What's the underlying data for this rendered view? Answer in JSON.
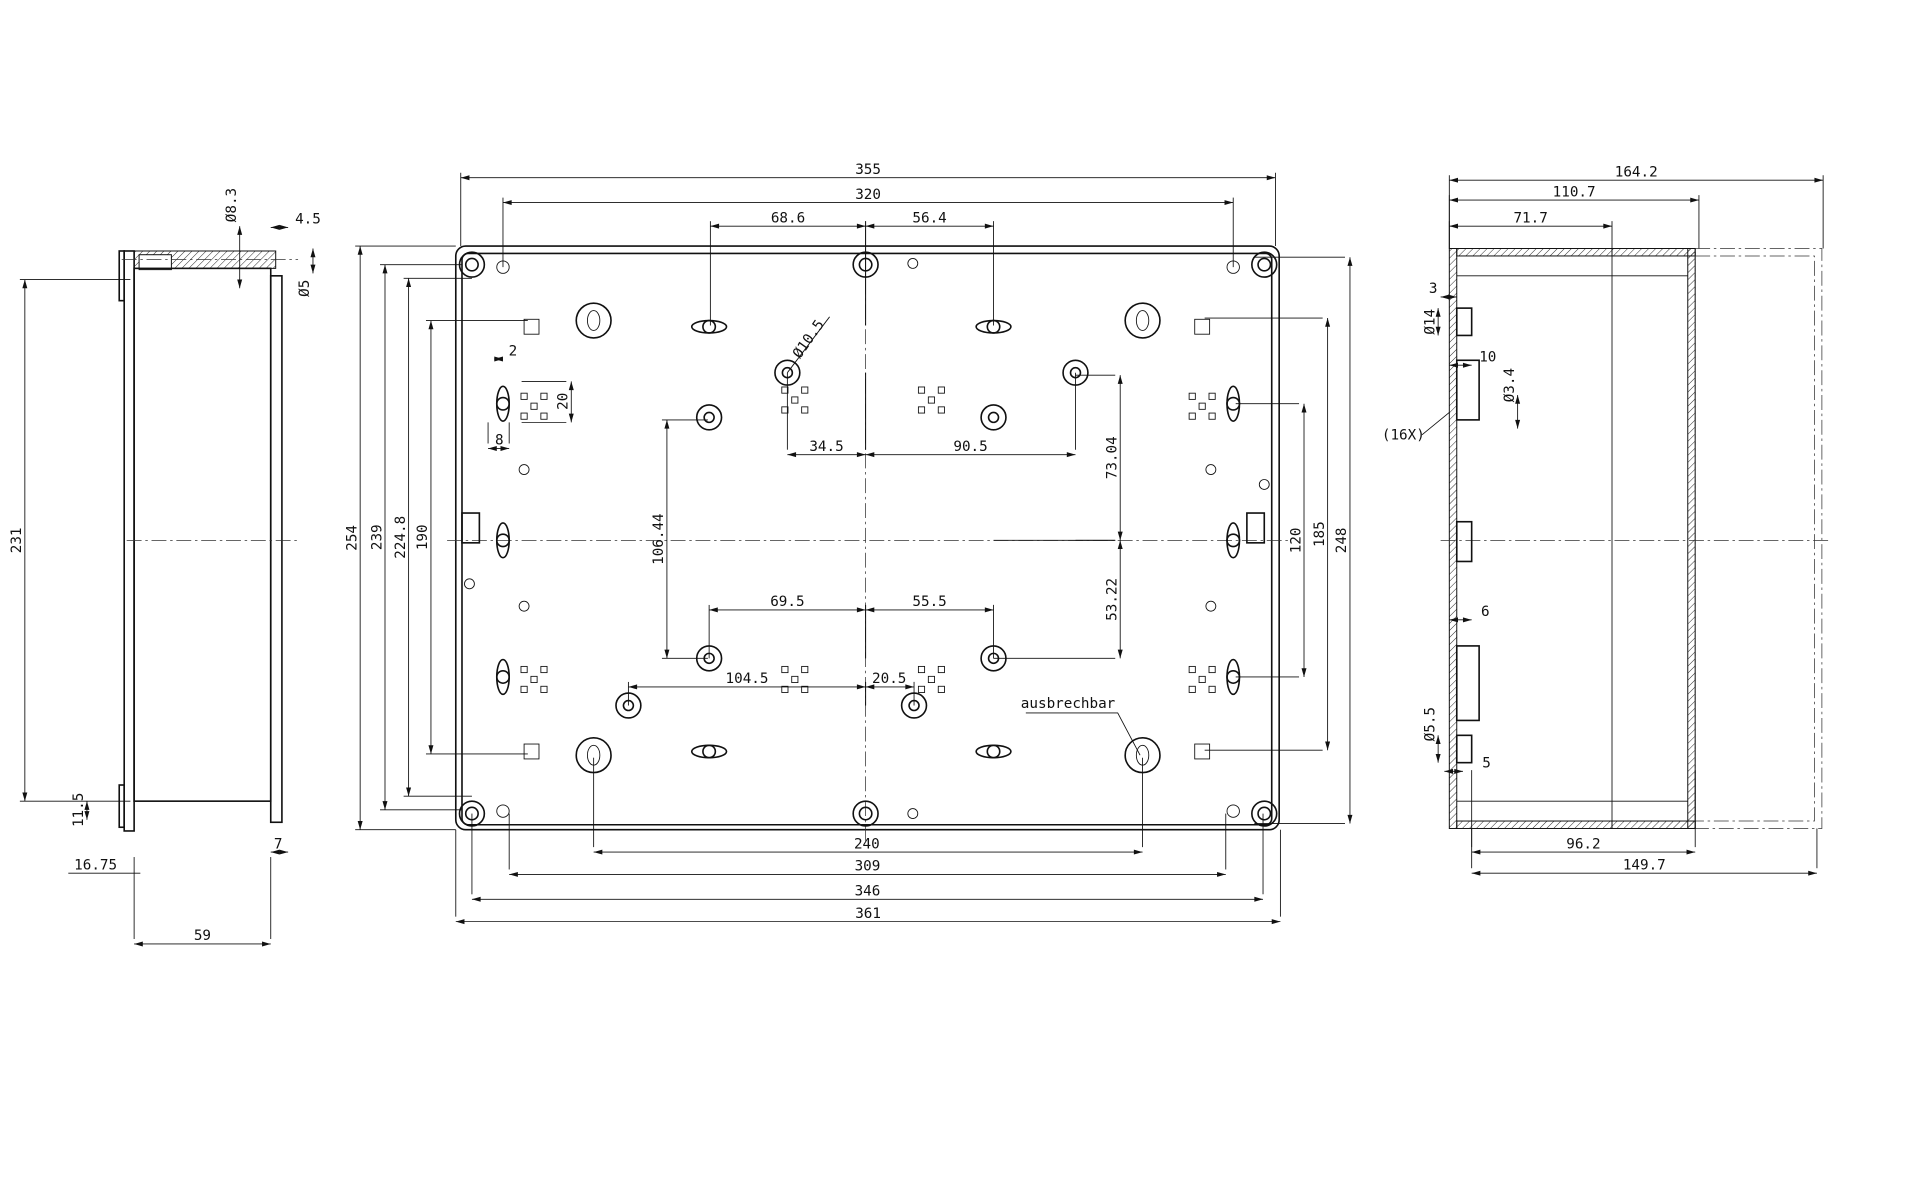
{
  "side_view_left": {
    "height_231": "231",
    "height_11_5": "11.5",
    "offset_16_75": "16.75",
    "depth_59": "59",
    "hole_dia_8_3": "Ø8.3",
    "offset_4_5": "4.5",
    "hole_dia_5": "Ø5",
    "offset_7": "7"
  },
  "front_view": {
    "width_355": "355",
    "width_320": "320",
    "dist_68_6": "68.6",
    "dist_56_4": "56.4",
    "height_254": "254",
    "height_239": "239",
    "height_224_8": "224.8",
    "height_190": "190",
    "height_248": "248",
    "height_185": "185",
    "height_120": "120",
    "width_240": "240",
    "width_309": "309",
    "width_346": "346",
    "width_361": "361",
    "dist_34_5": "34.5",
    "dist_90_5": "90.5",
    "dist_73_04": "73.04",
    "dist_53_22": "53.22",
    "dist_106_44": "106.44",
    "dist_69_5": "69.5",
    "dist_55_5": "55.5",
    "dist_104_5": "104.5",
    "dist_20_5": "20.5",
    "hole_dia_10_5": "Ø10.5",
    "dist_2": "2",
    "dist_20": "20",
    "dist_8": "8",
    "note_knockout": "ausbrechbar"
  },
  "side_view_right": {
    "depth_164_2": "164.2",
    "depth_110_7": "110.7",
    "depth_71_7": "71.7",
    "depth_96_2": "96.2",
    "depth_149_7": "149.7",
    "wall_3": "3",
    "boss_dia_14": "Ø14",
    "boss_10": "10",
    "hole_dia_3_4": "Ø3.4",
    "count_16x": "(16X)",
    "rib_6": "6",
    "hole_dia_5_5": "Ø5.5",
    "boss_5": "5"
  }
}
